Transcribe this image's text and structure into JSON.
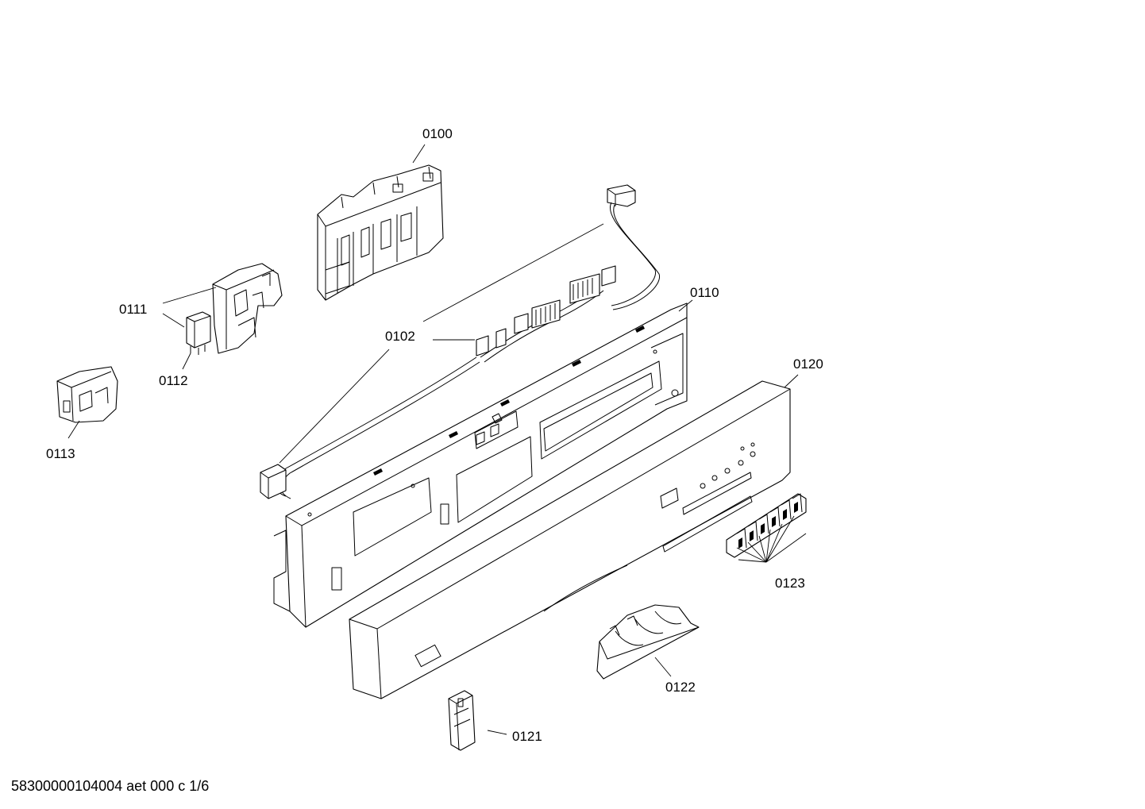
{
  "diagram": {
    "part_labels": {
      "p0100": "0100",
      "p0102": "0102",
      "p0110": "0110",
      "p0111": "0111",
      "p0112": "0112",
      "p0113": "0113",
      "p0120": "0120",
      "p0121": "0121",
      "p0122": "0122",
      "p0123": "0123"
    },
    "footer": "58300000104004 aet 000 c 1/6"
  }
}
